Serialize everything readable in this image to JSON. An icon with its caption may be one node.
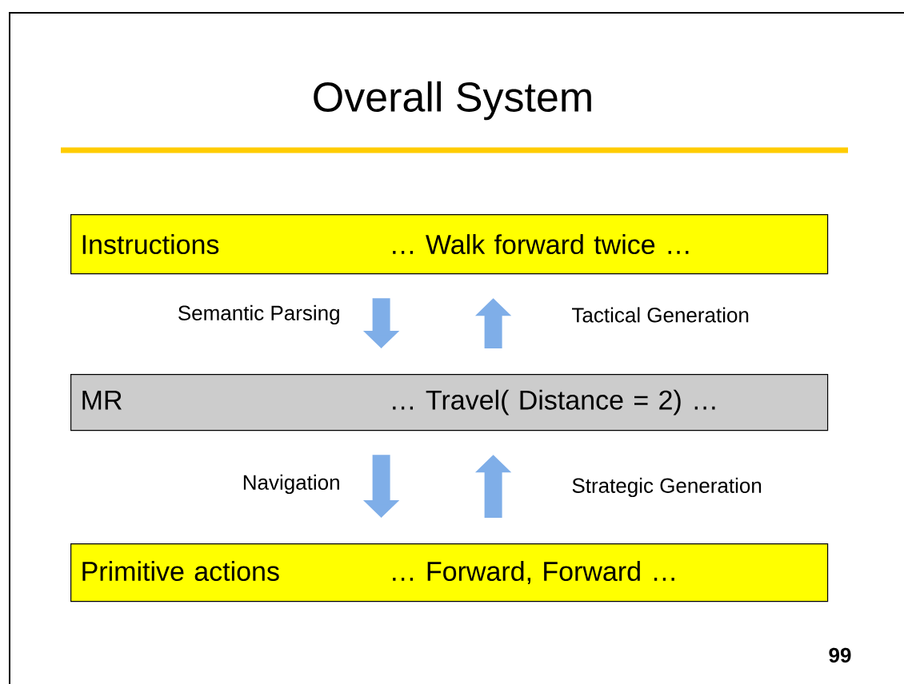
{
  "diagram": {
    "title": "Overall System",
    "nodes": [
      {
        "text": [
          "Instructions",
          "… Walk forward twice …"
        ]
      },
      {
        "text": [
          "MR",
          "… Travel( Distance = 2) …"
        ]
      },
      {
        "text": [
          "Primitive actions",
          "… Forward, Forward …"
        ]
      }
    ],
    "edges": [
      {
        "from": 0,
        "to": 1,
        "arrow": "to",
        "label": "Semantic Parsing"
      },
      {
        "from": 1,
        "to": 0,
        "arrow": "to",
        "label": "Tactical Generation"
      },
      {
        "from": 1,
        "to": 2,
        "arrow": "to",
        "label": "Navigation"
      },
      {
        "from": 2,
        "to": 1,
        "arrow": "to",
        "label": "Strategic Generation"
      }
    ],
    "labels": [
      "99"
    ]
  }
}
